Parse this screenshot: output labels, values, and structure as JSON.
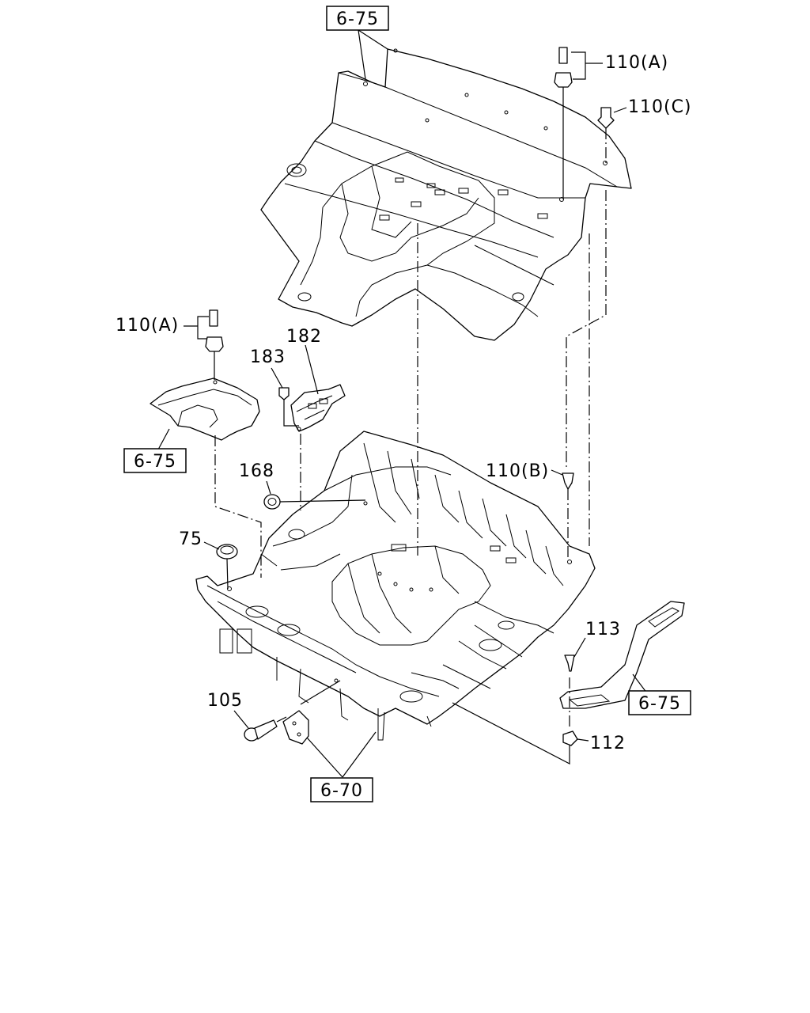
{
  "labels": {
    "ref_top": "6-75",
    "ref_left": "6-75",
    "ref_right": "6-75",
    "ref_bottom": "6-70",
    "p110a_top": "110(A)",
    "p110c": "110(C)",
    "p110a_left": "110(A)",
    "p182": "182",
    "p183": "183",
    "p168": "168",
    "p110b": "110(B)",
    "p75": "75",
    "p113": "113",
    "p105": "105",
    "p112": "112"
  },
  "colors": {
    "ink": "#000000",
    "paper": "#ffffff"
  }
}
